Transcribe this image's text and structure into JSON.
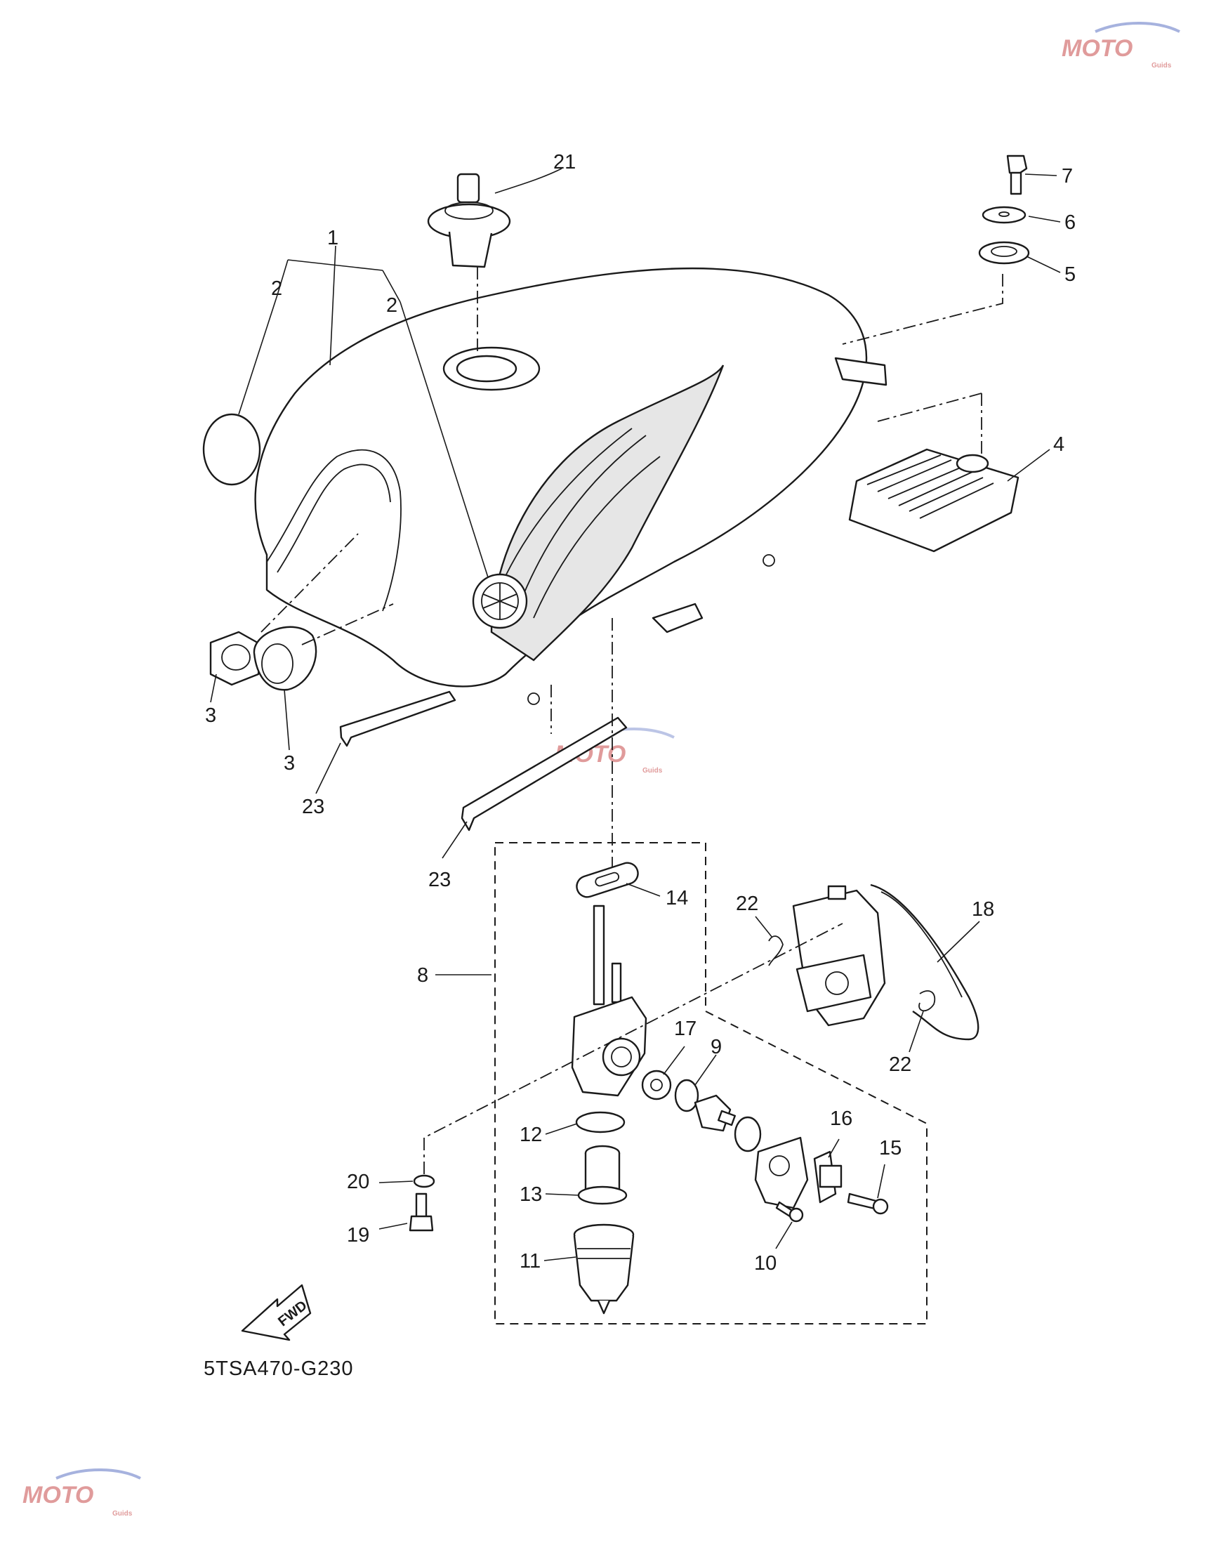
{
  "diagram": {
    "part_labels": [
      "1",
      "2",
      "2",
      "3",
      "3",
      "4",
      "5",
      "6",
      "7",
      "8",
      "9",
      "10",
      "11",
      "12",
      "13",
      "14",
      "15",
      "16",
      "17",
      "18",
      "19",
      "20",
      "21",
      "22",
      "22",
      "23",
      "23"
    ],
    "diagram_code": "5TSA470-G230",
    "direction_label": "FWD",
    "watermark": {
      "main": "MOTO",
      "sub": "Guids"
    }
  },
  "colors": {
    "line": "#1a1a1a",
    "watermark": "#c84a4a",
    "background": "#ffffff"
  }
}
